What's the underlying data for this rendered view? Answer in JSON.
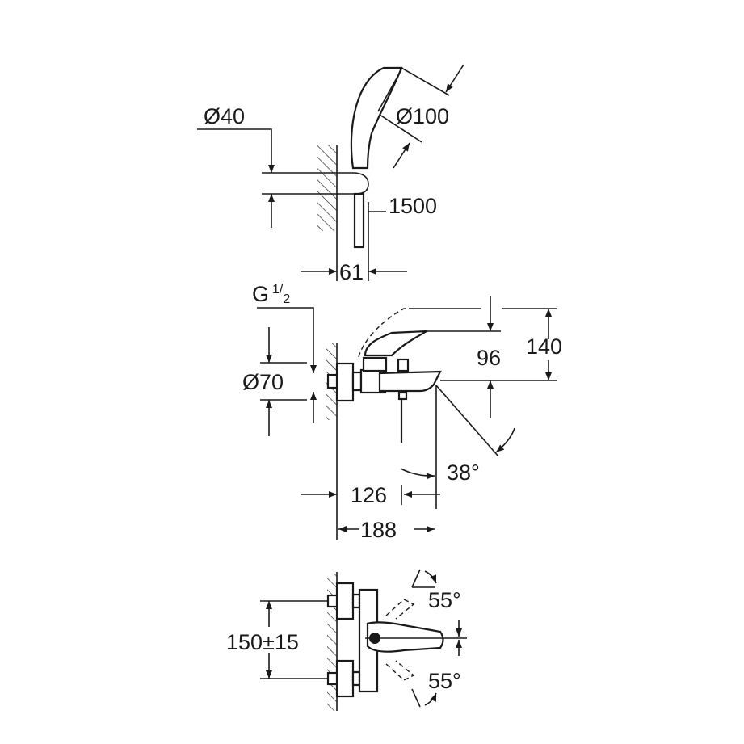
{
  "colors": {
    "line": "#1a1a1a",
    "background": "#ffffff"
  },
  "top_view": {
    "hose_holder_diameter": "Ø40",
    "hand_shower_diameter": "Ø100",
    "hose_length": "1500",
    "wall_projection": "61"
  },
  "side_view": {
    "thread_g": "G",
    "thread_num": "1",
    "thread_slash": "/",
    "thread_den": "2",
    "escutcheon_diameter": "Ø70",
    "lever_height": "96",
    "total_height": "140",
    "spout_angle": "38°",
    "spout_to_outlet": "126",
    "total_projection": "188"
  },
  "front_view": {
    "lever_angle_up": "55°",
    "centre_distance": "150±15",
    "lever_angle_down": "55°"
  }
}
